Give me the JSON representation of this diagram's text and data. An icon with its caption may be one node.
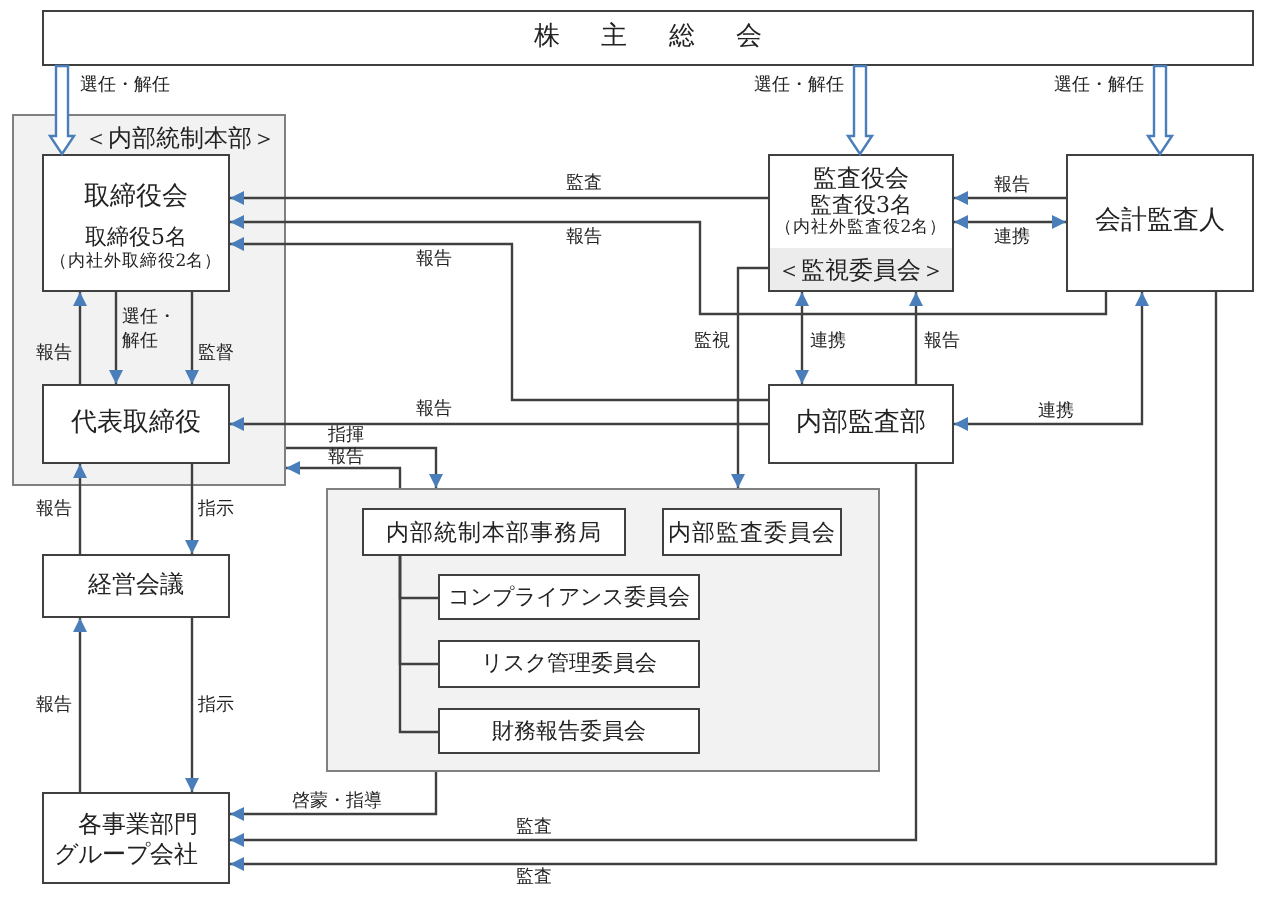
{
  "diagram": {
    "nodes": [
      {
        "text": [
          "株主総会"
        ]
      },
      {
        "text": [
          "＜内部統制本部＞"
        ]
      },
      {
        "text": [
          "取締役会",
          "取締役5名",
          "（内社外取締役2名）"
        ],
        "in": 1
      },
      {
        "text": [
          "代表取締役"
        ],
        "in": 1
      },
      {
        "text": [
          "監査役会",
          "監査役3名",
          "（内社外監査役2名）",
          "＜監視委員会＞"
        ]
      },
      {
        "text": [
          "会計監査人"
        ]
      },
      {
        "text": [
          "内部監査部"
        ]
      },
      {
        "text": [
          "経営会議"
        ]
      },
      {
        "text": [],
        "shape": "box"
      },
      {
        "text": [
          "内部統制本部事務局"
        ],
        "in": 8
      },
      {
        "text": [
          "内部監査委員会"
        ],
        "in": 8
      },
      {
        "text": [
          "コンプライアンス委員会"
        ],
        "in": 8
      },
      {
        "text": [
          "リスク管理委員会"
        ],
        "in": 8
      },
      {
        "text": [
          "財務報告委員会"
        ],
        "in": 8
      },
      {
        "text": [
          "各事業部門グループ会社"
        ]
      }
    ],
    "edges": [
      {
        "from": 0,
        "to": 2,
        "arrow": "to",
        "label": "選任・解任",
        "style": "thick"
      },
      {
        "from": 0,
        "to": 4,
        "arrow": "to",
        "label": "選任・解任",
        "style": "thick"
      },
      {
        "from": 0,
        "to": 5,
        "arrow": "to",
        "label": "選任・解任",
        "style": "thick"
      },
      {
        "from": 4,
        "to": 2,
        "arrow": "to",
        "label": "監査"
      },
      {
        "from": 5,
        "to": 2,
        "arrow": "to",
        "label": "報告"
      },
      {
        "from": 6,
        "to": 2,
        "arrow": "to",
        "label": "報告"
      },
      {
        "from": 6,
        "to": 3,
        "arrow": "to",
        "label": "報告"
      },
      {
        "from": 2,
        "to": 3,
        "arrow": "to",
        "label": "選任・解任"
      },
      {
        "from": 2,
        "to": 3,
        "arrow": "to",
        "label": "監督"
      },
      {
        "from": 3,
        "to": 2,
        "arrow": "to",
        "label": "報告"
      },
      {
        "from": 1,
        "to": 8,
        "arrow": "to",
        "label": "指揮"
      },
      {
        "from": 8,
        "to": 1,
        "arrow": "to",
        "label": "報告"
      },
      {
        "from": 3,
        "to": 7,
        "arrow": "to",
        "label": "指示"
      },
      {
        "from": 7,
        "to": 3,
        "arrow": "to",
        "label": "報告"
      },
      {
        "from": 7,
        "to": 14,
        "arrow": "to",
        "label": "指示"
      },
      {
        "from": 14,
        "to": 7,
        "arrow": "to",
        "label": "報告"
      },
      {
        "from": 8,
        "to": 14,
        "arrow": "to",
        "label": "啓蒙・指導"
      },
      {
        "from": 6,
        "to": 14,
        "arrow": "to",
        "label": "監査"
      },
      {
        "from": 5,
        "to": 14,
        "arrow": "to",
        "label": "監査"
      },
      {
        "from": 5,
        "to": 4,
        "arrow": "to",
        "label": "報告"
      },
      {
        "from": 4,
        "to": 5,
        "arrow": "both",
        "label": "連携"
      },
      {
        "from": 4,
        "to": 6,
        "arrow": "both",
        "label": "連携"
      },
      {
        "from": 6,
        "to": 4,
        "arrow": "to",
        "label": "報告"
      },
      {
        "from": 6,
        "to": 5,
        "arrow": "both",
        "label": "連携"
      },
      {
        "from": 4,
        "to": 8,
        "arrow": "to",
        "label": "監視"
      },
      {
        "from": 9,
        "to": 11,
        "arrow": "none"
      },
      {
        "from": 9,
        "to": 12,
        "arrow": "none"
      },
      {
        "from": 9,
        "to": 13,
        "arrow": "none"
      }
    ]
  }
}
